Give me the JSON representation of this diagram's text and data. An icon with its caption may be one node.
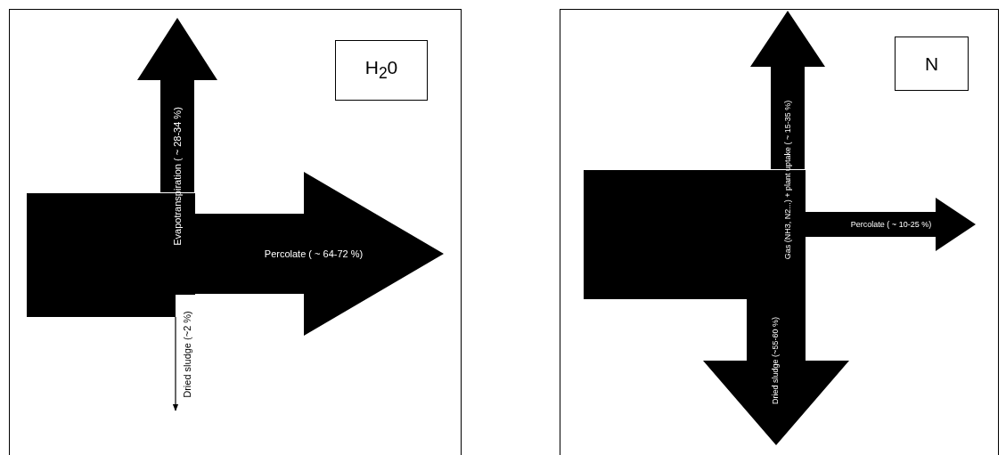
{
  "diagram": {
    "nodes": [
      {
        "text": [],
        "shape": "box"
      },
      {
        "text": [
          "H$_{2}$0"
        ],
        "in": 0
      },
      {
        "text": [],
        "shape": "box",
        "in": 0
      },
      {
        "text": [],
        "shape": "box"
      },
      {
        "text": [
          "N"
        ],
        "in": 3
      },
      {
        "text": [],
        "shape": "box",
        "in": 3
      }
    ],
    "edges": [
      {
        "from": 2,
        "to": null,
        "arrow": "to",
        "label": "Evapotranspiration ( ~ 28-34 %)",
        "style": "thick"
      },
      {
        "from": 2,
        "to": null,
        "arrow": "to",
        "label": "Percolate ( ~ 64-72 %)",
        "style": "thick"
      },
      {
        "from": 2,
        "to": null,
        "arrow": "to",
        "label": "Dried sludge (~2 %)"
      },
      {
        "from": 5,
        "to": null,
        "arrow": "to",
        "label": "Gas (NH3, N2...) + plant uptake ( ~ 15-35 %)",
        "style": "thick"
      },
      {
        "from": 5,
        "to": null,
        "arrow": "to",
        "label": "Percolate ( ~ 10-25 %)",
        "style": "thick"
      },
      {
        "from": 5,
        "to": null,
        "arrow": "to",
        "label": "Dried sludge (~55-60 %)",
        "style": "thick"
      }
    ]
  }
}
